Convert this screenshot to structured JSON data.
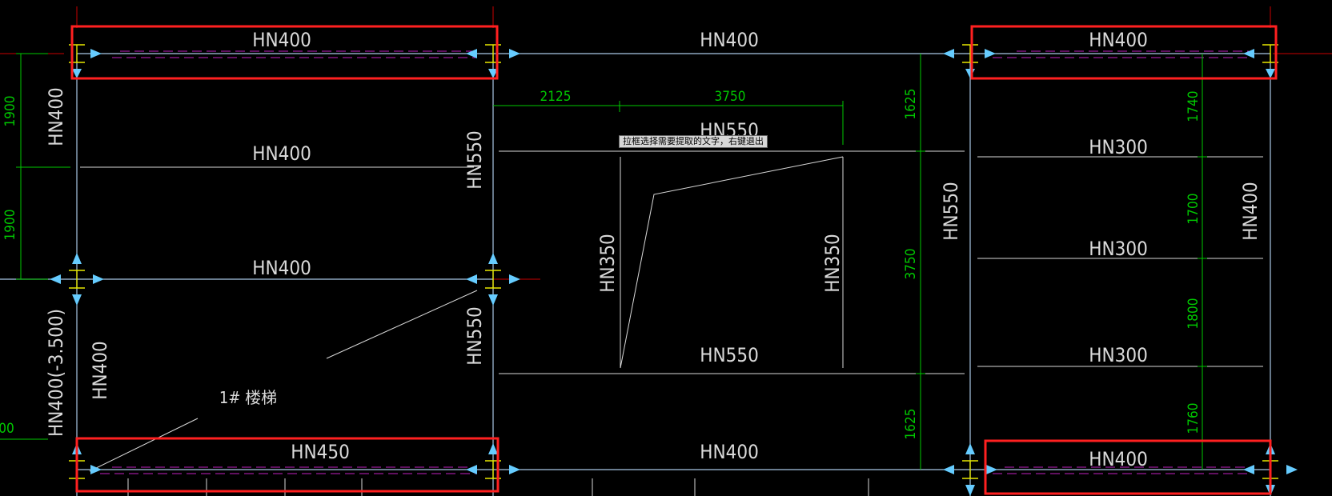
{
  "colors": {
    "background": "#000000",
    "beam_line": "#d9d9d9",
    "column_line": "#a9c8e6",
    "beam_label": "#d9d9d9",
    "dimension": "#00c800",
    "axis": "#c80000",
    "selection_box": "#ff2020",
    "hidden_line": "#c020c0",
    "arrow_marker": "#66ccff",
    "column_symbol": "#e8e800"
  },
  "labels": {
    "b_top_left": "HN400",
    "b_top_mid": "HN400",
    "b_top_right": "HN400",
    "b_left_upper": "HN400",
    "b_left_mid": "HN400",
    "b_left_lower": "HN450",
    "b_mid_bottom": "HN400",
    "b_right_bottom": "HN400",
    "b_mid_upper": "HN550",
    "b_mid_lower": "HN550",
    "b_right_1": "HN300",
    "b_right_2": "HN300",
    "b_right_3": "HN300",
    "v_left_col": "HN400",
    "v_left_lower": "HN400",
    "v_left_edge": "HN400(-3.500)",
    "v_mid_upper": "HN550",
    "v_mid_lower": "HN550",
    "v_mid_left": "HN350",
    "v_mid_right": "HN350",
    "v_right_col": "HN550",
    "v_far_right": "HN400",
    "stair": "1# 楼梯"
  },
  "dimensions": {
    "d_2125": "2125",
    "d_3750_h": "3750",
    "d_1900_a": "1900",
    "d_1900_b": "1900",
    "d_1625_top": "1625",
    "d_3750_v": "3750",
    "d_1625_bot": "1625",
    "d_1740": "1740",
    "d_1700": "1700",
    "d_1800": "1800",
    "d_1760": "1760",
    "d_partial": "00"
  },
  "tooltip": "拉框选择需要提取的文字，右键退出"
}
